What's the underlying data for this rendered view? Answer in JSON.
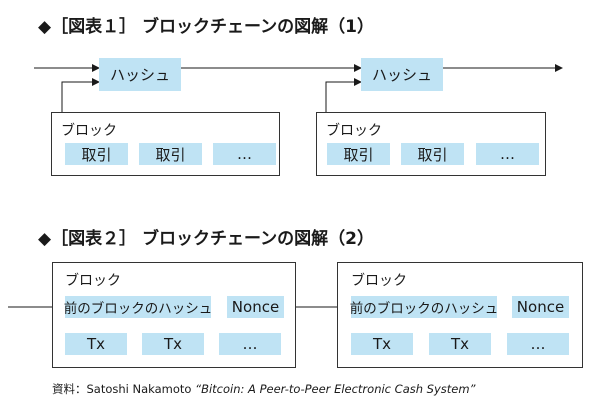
{
  "figure1": {
    "title": "◆［図表１］ ブロックチェーンの図解（1）",
    "blocks": [
      {
        "hash": "ハッシュ",
        "label": "ブロック",
        "items": [
          "取引",
          "取引",
          "…"
        ]
      },
      {
        "hash": "ハッシュ",
        "label": "ブロック",
        "items": [
          "取引",
          "取引",
          "…"
        ]
      }
    ]
  },
  "figure2": {
    "title": "◆［図表２］ ブロックチェーンの図解（2）",
    "blocks": [
      {
        "label": "ブロック",
        "prev_hash": "前のブロックのハッシュ",
        "nonce": "Nonce",
        "items": [
          "Tx",
          "Tx",
          "…"
        ]
      },
      {
        "label": "ブロック",
        "prev_hash": "前のブロックのハッシュ",
        "nonce": "Nonce",
        "items": [
          "Tx",
          "Tx",
          "…"
        ]
      }
    ]
  },
  "source": {
    "prefix": "資料：Satoshi Nakamoto",
    "title": "“Bitcoin: A Peer-to-Peer Electronic Cash System”"
  }
}
